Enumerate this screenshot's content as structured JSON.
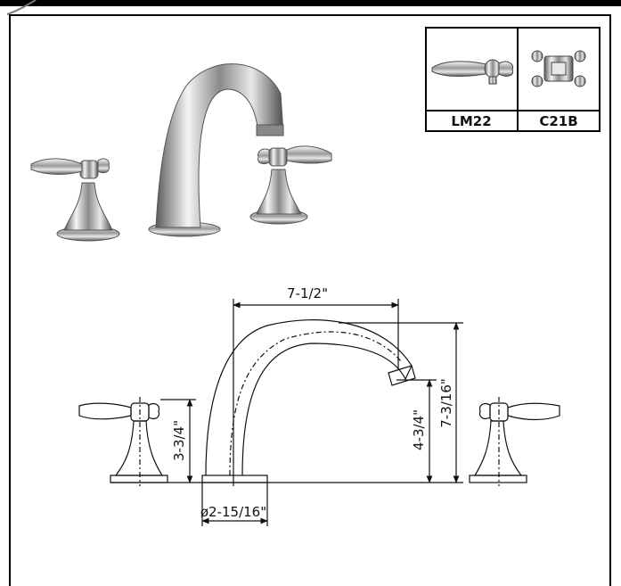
{
  "handle_options": [
    {
      "code": "LM22",
      "icon": "lever-handle-icon"
    },
    {
      "code": "C21B",
      "icon": "cross-handle-icon"
    }
  ],
  "dimensions": {
    "spout_reach": "7-1/2\"",
    "overall_height": "7-3/16\"",
    "spout_height": "4-3/4\"",
    "handle_height": "3-3/4\"",
    "base_diameter": "ø2-15/16\""
  },
  "colors": {
    "frame": "#000000",
    "chrome_dark": "#4a4a4a",
    "chrome_light": "#f2f2f2"
  }
}
